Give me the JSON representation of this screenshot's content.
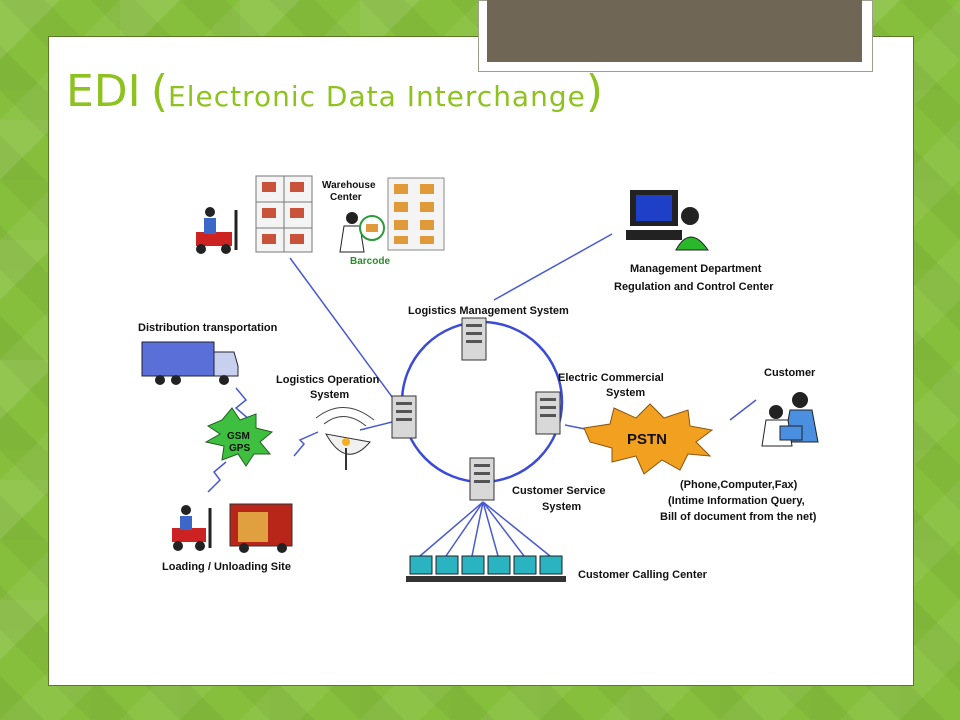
{
  "slide": {
    "title_main": "EDI",
    "title_open": "(",
    "title_sub": "Electronic Data Interchange",
    "title_close": ")"
  },
  "diagram": {
    "warehouse_center": [
      "Warehouse",
      "Center"
    ],
    "barcode": "Barcode",
    "management_department": [
      "Management Department",
      "Regulation and Control Center"
    ],
    "logistics_management_system": "Logistics Management System",
    "distribution_transportation": "Distribution transportation",
    "logistics_operation_system": [
      "Logistics Operation",
      "System"
    ],
    "electric_commercial_system": [
      "Electric Commercial",
      "System"
    ],
    "customer": "Customer",
    "gsm_gps": [
      "GSM",
      "GPS"
    ],
    "pstn": "PSTN",
    "phone_info": [
      "(Phone,Computer,Fax)",
      "(Intime Information Query,",
      "Bill of document from the net)"
    ],
    "customer_service_system": [
      "Customer Service",
      "System"
    ],
    "loading_unloading_site": "Loading / Unloading Site",
    "customer_calling_center": "Customer Calling Center"
  },
  "colors": {
    "background": "#86bf3c",
    "title": "#8dc21f",
    "ring": "#3b4bd8",
    "pstn_burst": "#f2a020",
    "gsm_burst": "#3fbf3f",
    "truck": "#5b6fd8"
  }
}
